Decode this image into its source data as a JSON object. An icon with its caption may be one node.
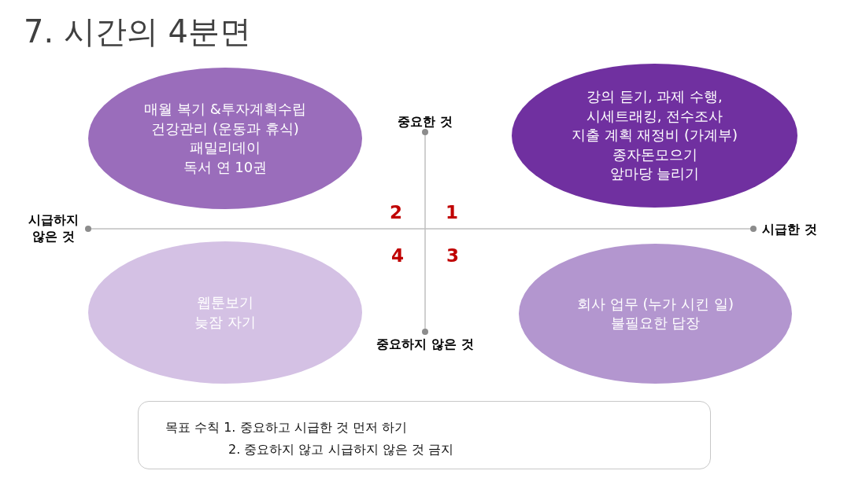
{
  "diagram": {
    "title": "7. 시간의 4분면",
    "nodes": [
      {
        "text": [
          "매월 복기 &투자계획수립",
          "건강관리 (운동과 휴식)",
          "패밀리데이",
          "독서 연 10권"
        ]
      },
      {
        "text": [
          "강의 듣기, 과제 수행,",
          "시세트래킹, 전수조사",
          "지출 계획 재정비 (가계부)",
          "종자돈모으기",
          "앞마당 늘리기"
        ]
      },
      {
        "text": [
          "웹툰보기",
          "늦잠 자기"
        ]
      },
      {
        "text": [
          "회사 업무 (누가 시킨 일)",
          "불필요한 답장"
        ]
      },
      {
        "text": [
          "목표 수칙 1. 중요하고 시급한 것 먼저 하기",
          "2. 중요하지 않고 시급하지 않은 것 금지"
        ]
      }
    ],
    "labels": [
      "중요한 것",
      "시급하지 않은 것",
      "2",
      "1",
      "시급한 것",
      "4",
      "3",
      "중요하지 않은 것"
    ]
  }
}
